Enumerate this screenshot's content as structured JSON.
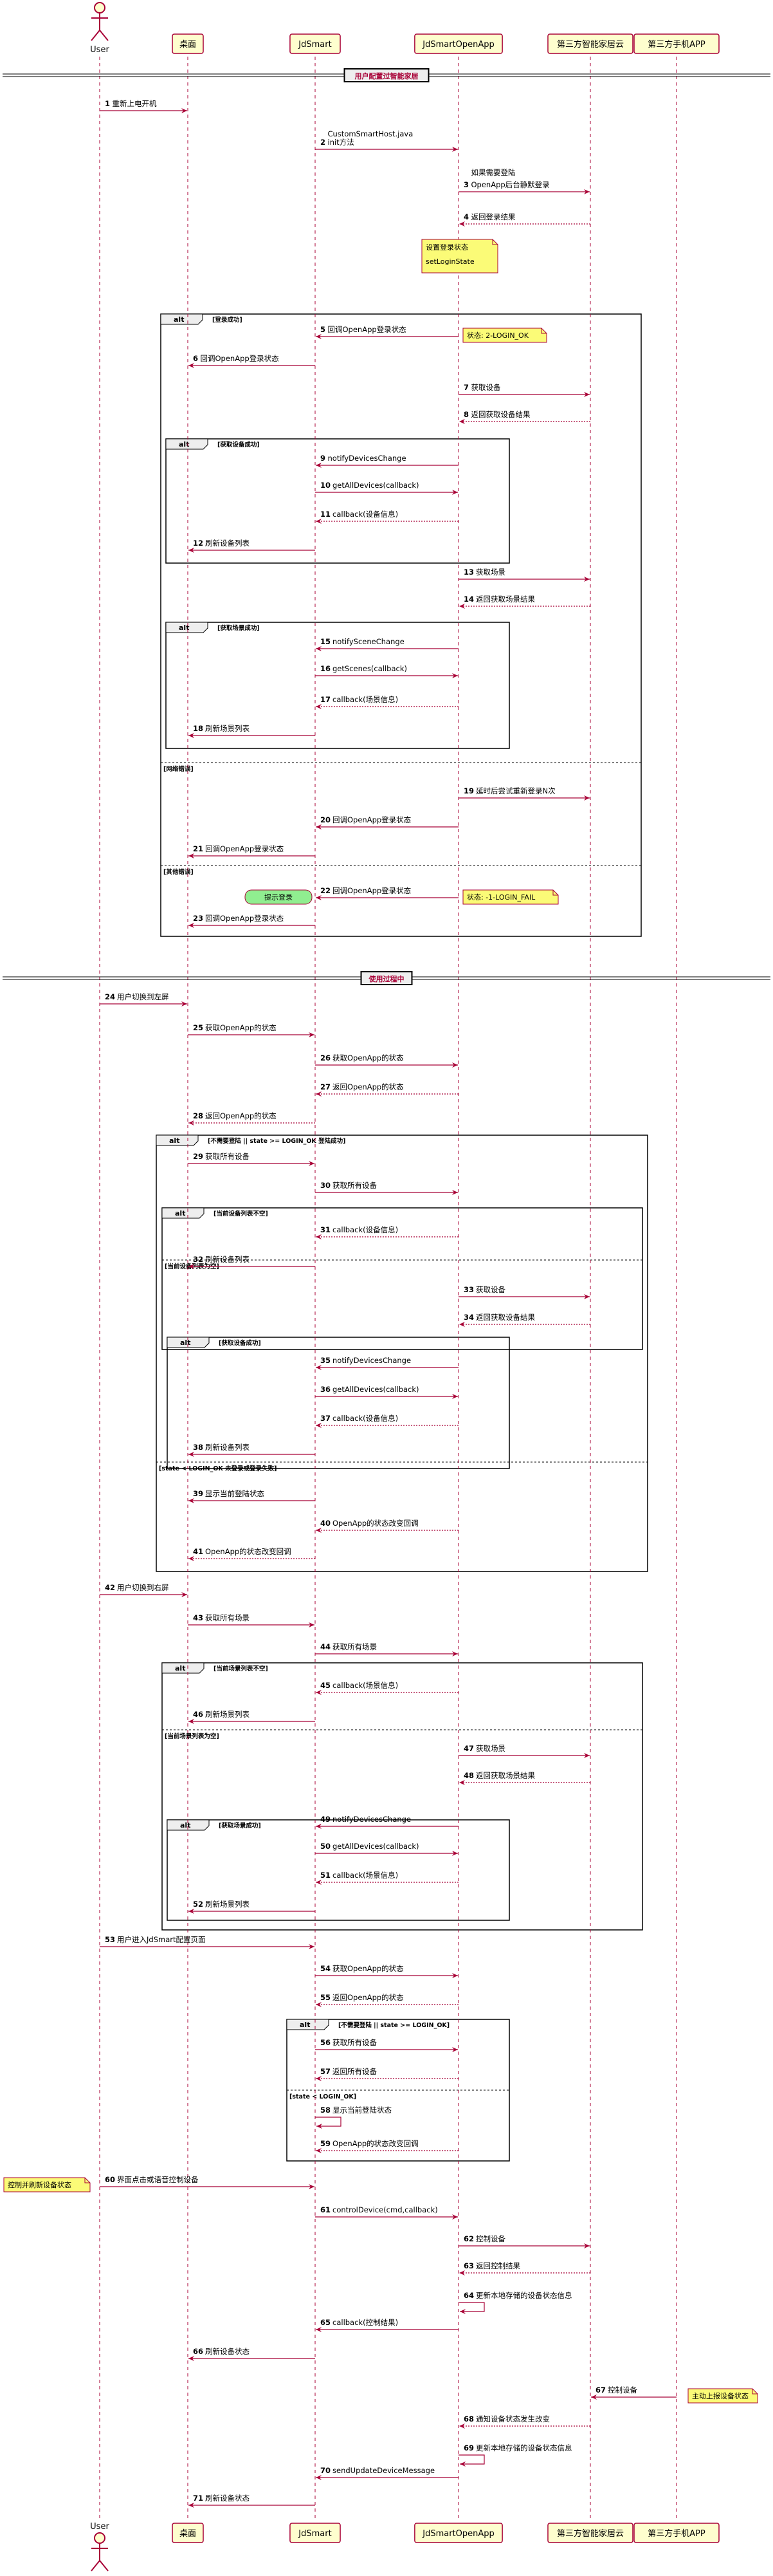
{
  "colors": {
    "accent": "#A80036",
    "participant_fill": "#FEFECE",
    "note_fill": "#FBFB77",
    "note_green_fill": "#90EE90",
    "divider_fill": "#EEEEEE"
  },
  "participants": [
    {
      "id": "user",
      "label": "User",
      "kind": "actor"
    },
    {
      "id": "desktop",
      "label": "桌面",
      "kind": "box"
    },
    {
      "id": "jdsmart",
      "label": "JdSmart",
      "kind": "box"
    },
    {
      "id": "openapp",
      "label": "JdSmartOpenApp",
      "kind": "box"
    },
    {
      "id": "cloud",
      "label": "第三方智能家居云",
      "kind": "box"
    },
    {
      "id": "phone",
      "label": "第三方手机APP",
      "kind": "box"
    }
  ],
  "dividers": [
    {
      "id": "d1",
      "label": "用户配置过智能家居"
    },
    {
      "id": "d2",
      "label": "使用过程中"
    }
  ],
  "messages": [
    {
      "n": "1",
      "text": "重新上电开机"
    },
    {
      "n": "2",
      "text": "CustomSmartHost.java init方法"
    },
    {
      "n": "3",
      "text": "如果需要登陆 OpenApp后台静默登录"
    },
    {
      "n": "4",
      "text": "返回登录结果"
    },
    {
      "n": "5",
      "text": "回调OpenApp登录状态"
    },
    {
      "n": "6",
      "text": "回调OpenApp登录状态"
    },
    {
      "n": "7",
      "text": "获取设备"
    },
    {
      "n": "8",
      "text": "返回获取设备结果"
    },
    {
      "n": "9",
      "text": "notifyDevicesChange"
    },
    {
      "n": "10",
      "text": "getAllDevices(callback)"
    },
    {
      "n": "11",
      "text": "callback(设备信息)"
    },
    {
      "n": "12",
      "text": "刷新设备列表"
    },
    {
      "n": "13",
      "text": "获取场景"
    },
    {
      "n": "14",
      "text": "返回获取场景结果"
    },
    {
      "n": "15",
      "text": "notifySceneChange"
    },
    {
      "n": "16",
      "text": "getScenes(callback)"
    },
    {
      "n": "17",
      "text": "callback(场景信息)"
    },
    {
      "n": "18",
      "text": "刷新场景列表"
    },
    {
      "n": "19",
      "text": "延时后尝试重新登录N次"
    },
    {
      "n": "20",
      "text": "回调OpenApp登录状态"
    },
    {
      "n": "21",
      "text": "回调OpenApp登录状态"
    },
    {
      "n": "22",
      "text": "回调OpenApp登录状态"
    },
    {
      "n": "23",
      "text": "回调OpenApp登录状态"
    },
    {
      "n": "24",
      "text": "用户切换到左屏"
    },
    {
      "n": "25",
      "text": "获取OpenApp的状态"
    },
    {
      "n": "26",
      "text": "获取OpenApp的状态"
    },
    {
      "n": "27",
      "text": "返回OpenApp的状态"
    },
    {
      "n": "28",
      "text": "返回OpenApp的状态"
    },
    {
      "n": "29",
      "text": "获取所有设备"
    },
    {
      "n": "30",
      "text": "获取所有设备"
    },
    {
      "n": "31",
      "text": "callback(设备信息)"
    },
    {
      "n": "32",
      "text": "刷新设备列表"
    },
    {
      "n": "33",
      "text": "获取设备"
    },
    {
      "n": "34",
      "text": "返回获取设备结果"
    },
    {
      "n": "35",
      "text": "notifyDevicesChange"
    },
    {
      "n": "36",
      "text": "getAllDevices(callback)"
    },
    {
      "n": "37",
      "text": "callback(设备信息)"
    },
    {
      "n": "38",
      "text": "刷新设备列表"
    },
    {
      "n": "39",
      "text": "显示当前登陆状态"
    },
    {
      "n": "40",
      "text": "OpenApp的状态改变回调"
    },
    {
      "n": "41",
      "text": "OpenApp的状态改变回调"
    },
    {
      "n": "42",
      "text": "用户切换到右屏"
    },
    {
      "n": "43",
      "text": "获取所有场景"
    },
    {
      "n": "44",
      "text": "获取所有场景"
    },
    {
      "n": "45",
      "text": "callback(场景信息)"
    },
    {
      "n": "46",
      "text": "刷新场景列表"
    },
    {
      "n": "47",
      "text": "获取场景"
    },
    {
      "n": "48",
      "text": "返回获取场景结果"
    },
    {
      "n": "49",
      "text": "notifyDevicesChange"
    },
    {
      "n": "50",
      "text": "getAllDevices(callback)"
    },
    {
      "n": "51",
      "text": "callback(场景信息)"
    },
    {
      "n": "52",
      "text": "刷新场景列表"
    },
    {
      "n": "53",
      "text": "用户进入JdSmart配置页面"
    },
    {
      "n": "54",
      "text": "获取OpenApp的状态"
    },
    {
      "n": "55",
      "text": "返回OpenApp的状态"
    },
    {
      "n": "56",
      "text": "获取所有设备"
    },
    {
      "n": "57",
      "text": "返回所有设备"
    },
    {
      "n": "58",
      "text": "显示当前登陆状态"
    },
    {
      "n": "59",
      "text": "OpenApp的状态改变回调"
    },
    {
      "n": "60",
      "text": "界面点击或语音控制设备"
    },
    {
      "n": "61",
      "text": "controlDevice(cmd,callback)"
    },
    {
      "n": "62",
      "text": "控制设备"
    },
    {
      "n": "63",
      "text": "返回控制结果"
    },
    {
      "n": "64",
      "text": "更新本地存储的设备状态信息"
    },
    {
      "n": "65",
      "text": "callback(控制结果)"
    },
    {
      "n": "66",
      "text": "刷新设备状态"
    },
    {
      "n": "67",
      "text": "控制设备"
    },
    {
      "n": "68",
      "text": "通知设备状态发生改变"
    },
    {
      "n": "69",
      "text": "更新本地存储的设备状态信息"
    },
    {
      "n": "70",
      "text": "sendUpdateDeviceMessage"
    },
    {
      "n": "71",
      "text": "刷新设备状态"
    }
  ],
  "notes": [
    {
      "id": "n1",
      "lines": [
        "设置登录状态",
        "setLoginState"
      ]
    },
    {
      "id": "n2",
      "lines": [
        "状态: 2-LOGIN_OK"
      ]
    },
    {
      "id": "n3",
      "lines": [
        "提示登录"
      ]
    },
    {
      "id": "n4",
      "lines": [
        "状态: -1-LOGIN_FAIL"
      ]
    },
    {
      "id": "n5",
      "lines": [
        "控制并刷新设备状态"
      ]
    },
    {
      "id": "n6",
      "lines": [
        "主动上报设备状态"
      ]
    }
  ],
  "fragments": [
    {
      "id": "f1",
      "kw": "alt",
      "cond": "[登录成功]"
    },
    {
      "id": "f2",
      "kw": "alt",
      "cond": "[获取设备成功]"
    },
    {
      "id": "f3",
      "kw": "alt",
      "cond": "[获取场景成功]"
    },
    {
      "id": "f4",
      "kw": "alt",
      "cond": "[不需要登陆 || state >= LOGIN_OK 登陆成功]"
    },
    {
      "id": "f5",
      "kw": "alt",
      "cond": "[当前设备列表不空]"
    },
    {
      "id": "f6",
      "kw": "alt",
      "cond": "[获取设备成功]"
    },
    {
      "id": "f7",
      "kw": "alt",
      "cond": "[当前场景列表不空]"
    },
    {
      "id": "f8",
      "kw": "alt",
      "cond": "[获取场景成功]"
    },
    {
      "id": "f9",
      "kw": "alt",
      "cond": "[不需要登陆 || state >= LOGIN_OK]"
    }
  ],
  "else_labels": [
    {
      "id": "e1",
      "text": "[网络错误]"
    },
    {
      "id": "e2",
      "text": "[其他错误]"
    },
    {
      "id": "e3",
      "text": "[当前设备列表为空]"
    },
    {
      "id": "e4",
      "text": "[state < LOGIN_OK 未登录或登录失败]"
    },
    {
      "id": "e5",
      "text": "[当前场景列表为空]"
    },
    {
      "id": "e6",
      "text": "[state < LOGIN_OK]"
    }
  ]
}
